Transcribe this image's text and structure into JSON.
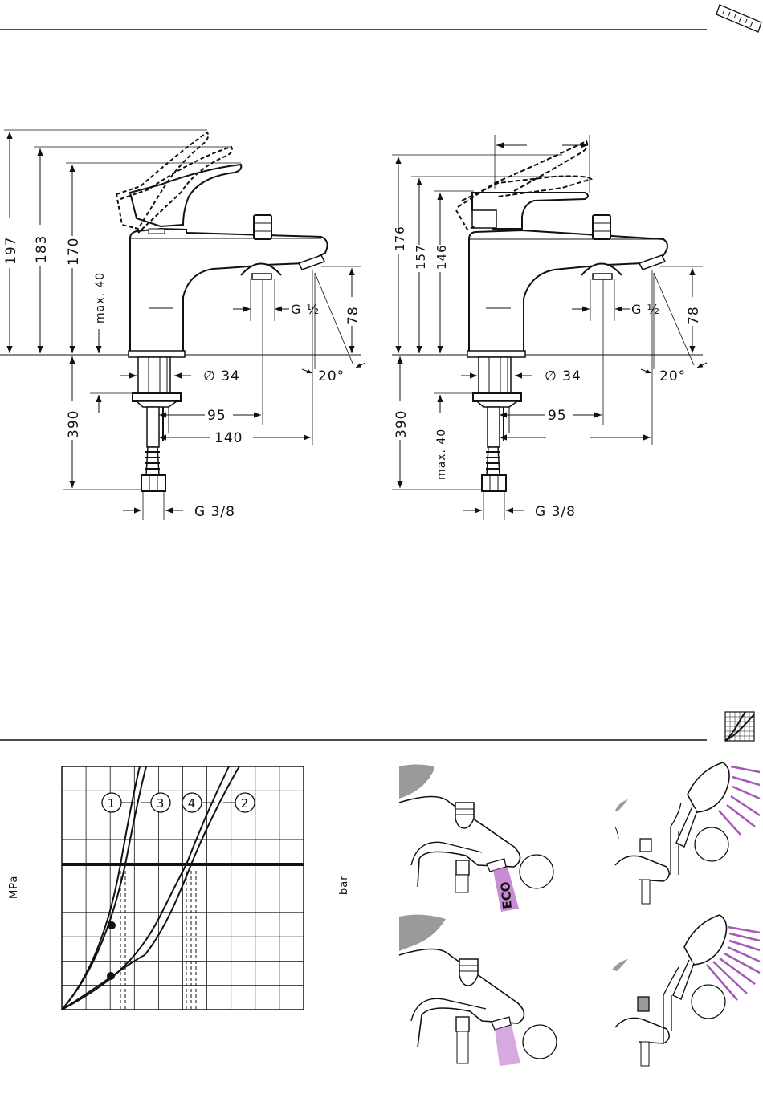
{
  "colors": {
    "ink": "#111111",
    "eco": "#b565c6",
    "spray": "#a35ab3",
    "shade": "#9a9a9a"
  },
  "icons": {
    "header_top": "ruler-icon",
    "header_bottom": "flow-chart-icon"
  },
  "left_drawing": {
    "heights": [
      "197",
      "183",
      "170"
    ],
    "max_label": "max. 40",
    "outlet_thread": "G ½",
    "spout_height": "78",
    "diameter": "∅ 34",
    "angle": "20°",
    "below": "390",
    "reach_short": "95",
    "reach_long": "140",
    "supply_thread": "G 3/8"
  },
  "right_drawing": {
    "heights": [
      "176",
      "157",
      "146"
    ],
    "max_label": "max. 40",
    "outlet_thread": "G ½",
    "spout_height": "78",
    "diameter": "∅ 34",
    "angle": "20°",
    "below": "390",
    "reach_short": "95",
    "supply_thread": "G 3/8"
  },
  "chart": {
    "left_unit": "MPa",
    "right_unit": "bar",
    "curve_labels": [
      "1",
      "3",
      "4",
      "2"
    ]
  },
  "eco_label": "ECO"
}
